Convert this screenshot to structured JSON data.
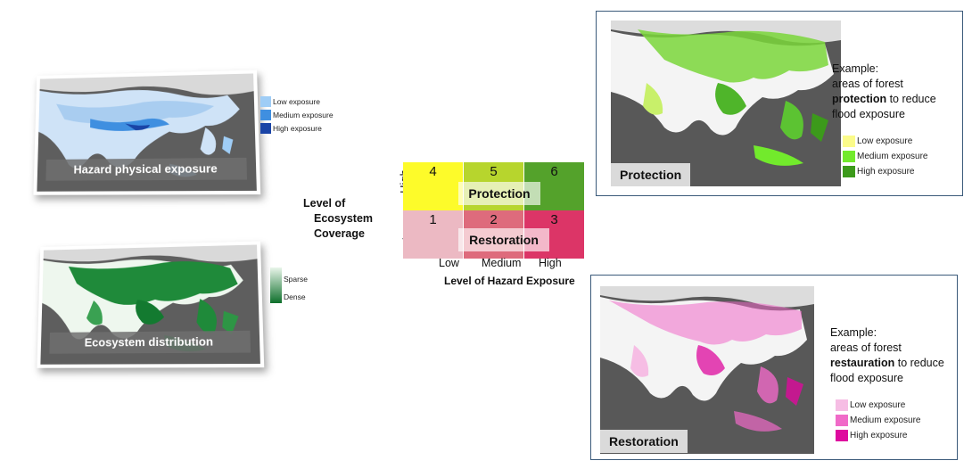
{
  "hazard_card": {
    "label": "Hazard physical exposure",
    "legend": [
      {
        "label": "Low exposure",
        "color": "#9fcdf6"
      },
      {
        "label": "Medium exposure",
        "color": "#3f8fe0"
      },
      {
        "label": "High exposure",
        "color": "#1a44a6"
      }
    ]
  },
  "eco_card": {
    "label": "Ecosystem distribution",
    "legend": {
      "top": "Sparse",
      "bottom": "Dense",
      "color_top": "#e9f5ea",
      "color_bottom": "#0e6f2b"
    }
  },
  "matrix": {
    "y_title": [
      "Level of",
      "Ecosystem",
      "Coverage"
    ],
    "y_high": "High",
    "y_low": "Low",
    "x_title": "Level of Hazard Exposure",
    "x_labels": [
      "Low",
      "Medium",
      "High"
    ],
    "top_row": [
      {
        "num": "4",
        "color": "#fdfb2a"
      },
      {
        "num": "5",
        "color": "#b7d52d"
      },
      {
        "num": "6",
        "color": "#54a22b"
      }
    ],
    "bottom_row": [
      {
        "num": "1",
        "color": "#ecb9c3"
      },
      {
        "num": "2",
        "color": "#de6b7c"
      },
      {
        "num": "3",
        "color": "#dc3567"
      }
    ],
    "overlay_top": "Protection",
    "overlay_bottom": "Restoration"
  },
  "protection_panel": {
    "caption": "Protection",
    "example_line1": "Example:",
    "example_line2": "areas of  forest",
    "example_bold": "protection",
    "example_line3_rest": " to reduce",
    "example_line4": "flood exposure",
    "legend": [
      {
        "label": "Low exposure",
        "color": "#fbfb8a"
      },
      {
        "label": "Medium exposure",
        "color": "#72ea2c"
      },
      {
        "label": "High exposure",
        "color": "#3c9a1b"
      }
    ]
  },
  "restoration_panel": {
    "caption": "Restoration",
    "example_line1": "Example:",
    "example_line2": "areas of  forest",
    "example_bold": "restauration",
    "example_line3_rest": " to reduce",
    "example_line4": "flood exposure",
    "legend": [
      {
        "label": "Low exposure",
        "color": "#f6bde4"
      },
      {
        "label": "Medium exposure",
        "color": "#f06ac8"
      },
      {
        "label": "High exposure",
        "color": "#de0a9e"
      }
    ]
  }
}
